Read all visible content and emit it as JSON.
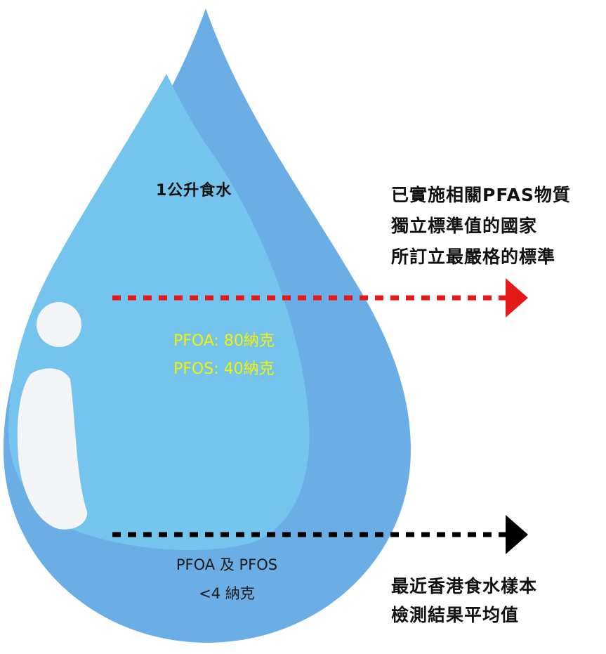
{
  "drop": {
    "title": "1公升食水",
    "standard": {
      "pfoa": "PFOA: 80納克",
      "pfos": "PFOS: 40納克",
      "note_lines": [
        "已實施相關PFAS物質",
        "獨立標準值的國家",
        "所訂立最嚴格的標準"
      ],
      "arrow_color": "#e3191c"
    },
    "sample": {
      "line1": "PFOA 及 PFOS",
      "line2": "<4 納克",
      "note_lines": [
        "最近香港食水樣本",
        "檢測結果平均值"
      ],
      "arrow_color": "#000000"
    }
  },
  "colors": {
    "drop_dark": "#6aaee5",
    "drop_light": "#74c4ee",
    "highlight": "#f3f5f7",
    "value_text": "#f2f200"
  },
  "icon": "info-icon"
}
